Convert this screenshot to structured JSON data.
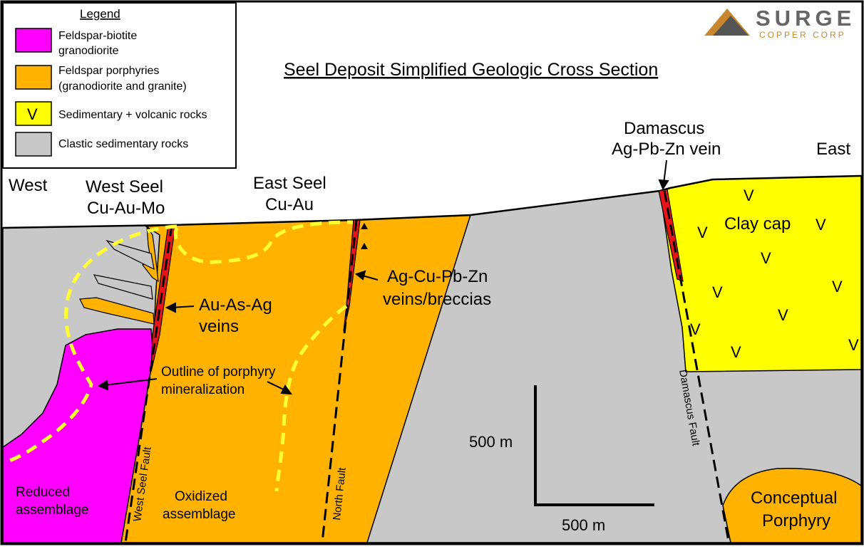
{
  "title": "Seel Deposit Simplified Geologic Cross Section",
  "logo": {
    "name": "SURGE",
    "sub": "COPPER CORP"
  },
  "legend": {
    "title": "Legend",
    "items": [
      {
        "key": "granodiorite",
        "lines": [
          "Feldspar-biotite",
          "granodiorite"
        ],
        "color": "#ff00ff",
        "symbol": ""
      },
      {
        "key": "porphyries",
        "lines": [
          "Feldspar porphyries",
          "(granodiorite and granite)"
        ],
        "color": "#ffb300",
        "symbol": ""
      },
      {
        "key": "sed-volc",
        "lines": [
          "Sedimentary + volcanic rocks"
        ],
        "color": "#ffff00",
        "symbol": "V"
      },
      {
        "key": "clastic",
        "lines": [
          "Clastic sedimentary rocks"
        ],
        "color": "#c8c8c8",
        "symbol": ""
      }
    ]
  },
  "labels": {
    "west": "West",
    "east": "East",
    "west_seel": [
      "West Seel",
      "Cu-Au-Mo"
    ],
    "east_seel": [
      "East Seel",
      "Cu-Au"
    ],
    "damascus_vein": [
      "Damascus",
      "Ag-Pb-Zn vein"
    ],
    "clay_cap": "Clay cap",
    "au_as_ag": [
      "Au-As-Ag",
      "veins"
    ],
    "ag_cu_pb_zn": [
      "Ag-Cu-Pb-Zn",
      "veins/breccias"
    ],
    "outline": [
      "Outline of porphyry",
      "mineralization"
    ],
    "reduced": [
      "Reduced",
      "assemblage"
    ],
    "oxidized": [
      "Oxidized",
      "assemblage"
    ],
    "conceptual": [
      "Conceptual",
      "Porphyry"
    ],
    "west_seel_fault": "West Seel Fault",
    "north_fault": "North Fault",
    "damascus_fault": "Damascus Fault",
    "volcanic_symbol": "V"
  },
  "scale": {
    "vertical": "500 m",
    "horizontal": "500 m"
  },
  "colors": {
    "granodiorite": "#ff00ff",
    "porphyry": "#ffb300",
    "volcanic": "#ffff00",
    "clastic": "#c8c8c8",
    "vein": "#e8141a",
    "outline": "#ffff33"
  }
}
